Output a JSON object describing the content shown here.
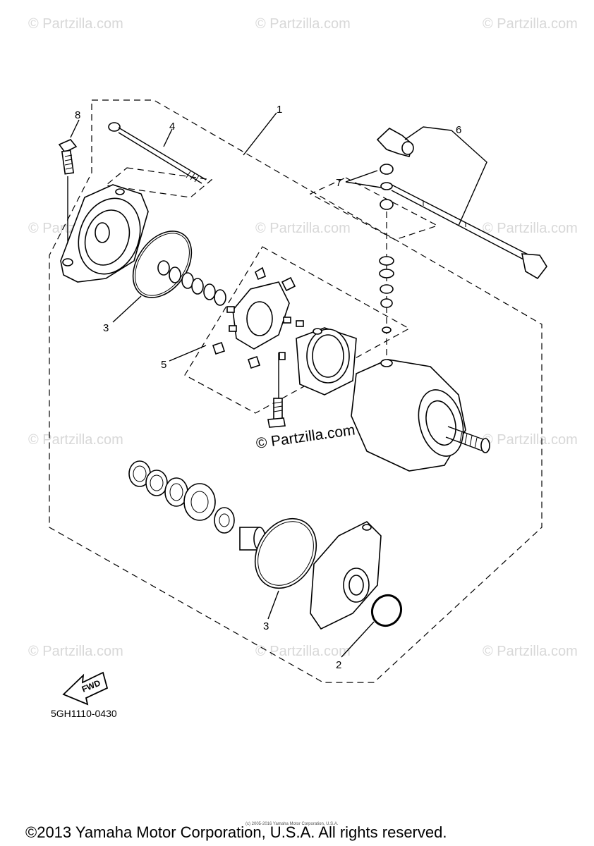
{
  "diagram": {
    "callouts": {
      "c1": "1",
      "c2": "2",
      "c3a": "3",
      "c3b": "3",
      "c4": "4",
      "c5": "5",
      "c6": "6",
      "c7": "7",
      "c8": "8"
    },
    "arrow_label": "FWD",
    "diagram_code": "5GH1110-0430",
    "center_watermark": "© Partzilla.com",
    "faint_watermark": "© Partzilla.com",
    "tiny_credit": "(c) 2005-2016 Yamaha Motor Corporation, U.S.A.",
    "copyright": "©2013 Yamaha Motor Corporation, U.S.A. All rights reserved."
  }
}
